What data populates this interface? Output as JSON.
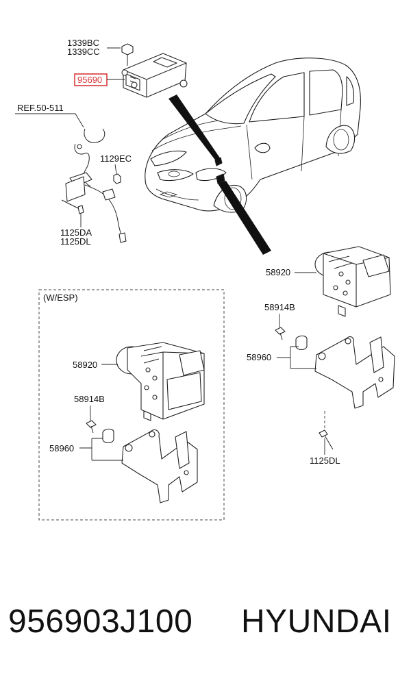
{
  "diagram": {
    "labels": {
      "bolt_a": "1339BC",
      "bolt_b": "1339CC",
      "airbag_module": "95690",
      "ref": "REF.50-511",
      "bolt_1129": "1129EC",
      "bolt_1125da": "1125DA",
      "bolt_1125dl_left": "1125DL",
      "esp_group": "(W/ESP)",
      "abs_unit_esp": "58920",
      "screw_esp": "58914B",
      "bracket_esp": "58960",
      "abs_unit": "58920",
      "screw": "58914B",
      "bracket": "58960",
      "bolt_1125dl_right": "1125DL"
    },
    "highlight_color": "#d9383a"
  },
  "footer": {
    "part_number": "956903J100",
    "brand": "HYUNDAI"
  }
}
